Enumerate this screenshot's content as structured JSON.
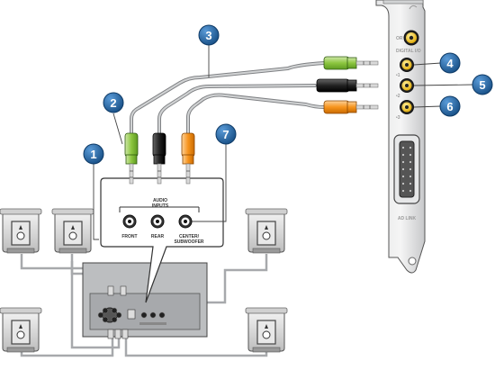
{
  "callouts": [
    {
      "number": "1",
      "color": "#1f63a8"
    },
    {
      "number": "2",
      "color": "#1f63a8"
    },
    {
      "number": "3",
      "color": "#1f63a8"
    },
    {
      "number": "4",
      "color": "#1f63a8"
    },
    {
      "number": "5",
      "color": "#1f63a8"
    },
    {
      "number": "6",
      "color": "#1f63a8"
    },
    {
      "number": "7",
      "color": "#1f63a8"
    }
  ],
  "sound_card": {
    "label_top": "OR",
    "label_digital": "DIGITAL I/O",
    "port_labels": [
      "•1",
      "•2",
      "•3"
    ],
    "label_bottom": "AD LINK"
  },
  "speaker_system": {
    "inputs_title_line1": "AUDIO",
    "inputs_title_line2": "INPUTS",
    "front": "FRONT",
    "rear": "REAR",
    "center_line1": "CENTER/",
    "center_line2": "SUBWOOFER"
  },
  "colors": {
    "plug_front": "#8cc63f",
    "plug_rear": "#222222",
    "plug_center": "#f7941d",
    "jack_gold": "#f2c200",
    "cable_gray": "#a7a9ac",
    "panel_gray": "#bcbec0"
  }
}
